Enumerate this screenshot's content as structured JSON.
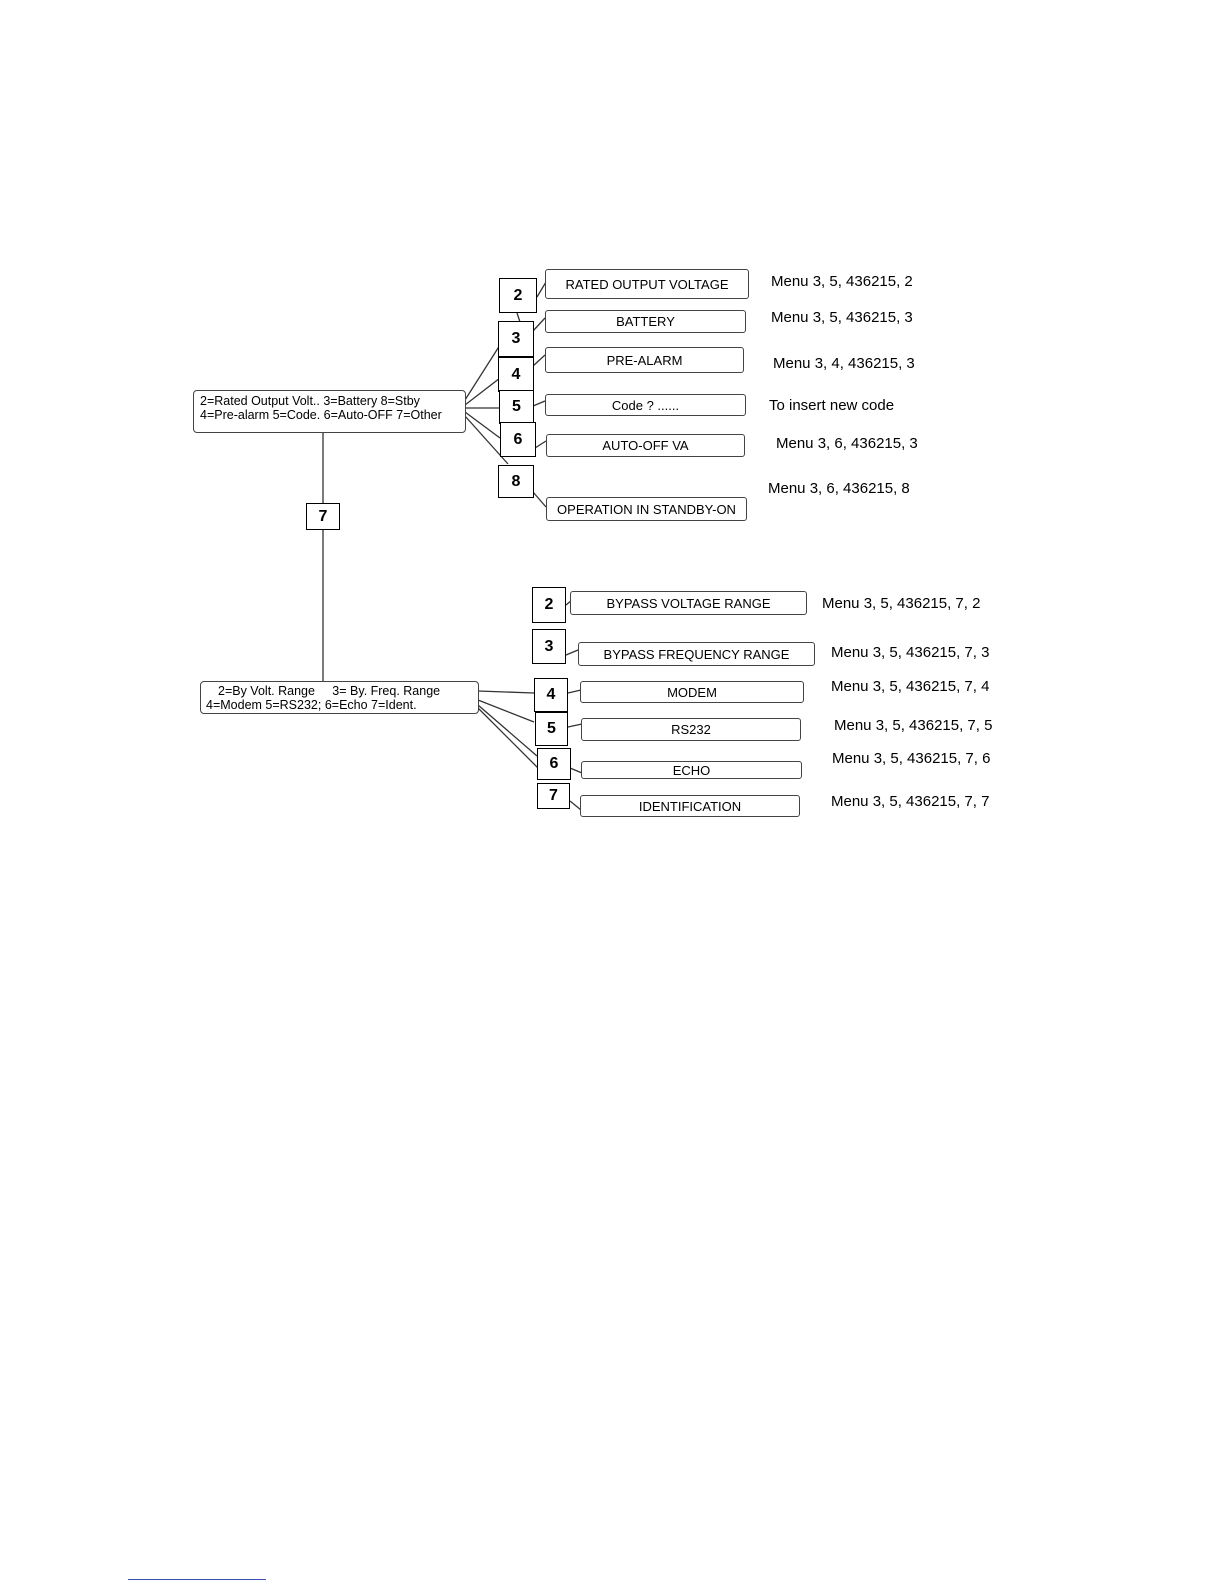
{
  "main_menu": {
    "line1": "2=Rated Output Volt.. 3=Battery 8=Stby",
    "line2": "4=Pre-alarm 5=Code. 6=Auto-OFF 7=Other"
  },
  "other_menu": {
    "line1": "2=By Volt. Range     3= By. Freq. Range",
    "line2": "4=Modem  5=RS232; 6=Echo 7=Ident."
  },
  "link_number": "7",
  "top_items": [
    {
      "num": "2",
      "label": "RATED OUTPUT VOLTAGE",
      "note": "Menu 3, 5, 436215, 2"
    },
    {
      "num": "3",
      "label": "BATTERY",
      "note": "Menu 3, 5, 436215, 3"
    },
    {
      "num": "4",
      "label": "PRE-ALARM",
      "note": "Menu 3, 4, 436215, 3"
    },
    {
      "num": "5",
      "label": "Code ? ......",
      "note": "To insert new code"
    },
    {
      "num": "6",
      "label": "AUTO-OFF VA",
      "note": "Menu 3, 6, 436215, 3"
    },
    {
      "num": "8",
      "label": "OPERATION IN STANDBY-ON",
      "note": "Menu 3, 6, 436215, 8"
    }
  ],
  "bottom_items": [
    {
      "num": "2",
      "label": "BYPASS VOLTAGE RANGE",
      "note": "Menu 3, 5, 436215, 7, 2"
    },
    {
      "num": "3",
      "label": "BYPASS FREQUENCY RANGE",
      "note": "Menu 3, 5, 436215, 7, 3"
    },
    {
      "num": "4",
      "label": "MODEM",
      "note": "Menu 3, 5, 436215, 7, 4"
    },
    {
      "num": "5",
      "label": "RS232",
      "note": "Menu 3, 5, 436215, 7, 5"
    },
    {
      "num": "6",
      "label": "ECHO",
      "note": "Menu 3, 5, 436215, 7, 6"
    },
    {
      "num": "7",
      "label": "IDENTIFICATION",
      "note": "Menu 3, 5, 436215, 7, 7"
    }
  ]
}
